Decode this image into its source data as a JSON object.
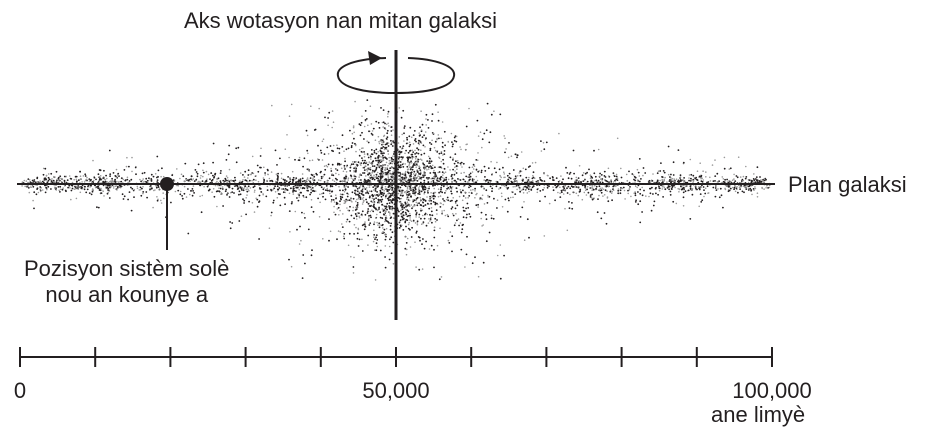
{
  "labels": {
    "rotation_axis": "Aks wotasyon nan mitan galaksi",
    "galactic_plane": "Plan galaksi",
    "sun_position_line1": "Pozisyon sistèm solè",
    "sun_position_line2": "nou an kounye a"
  },
  "scale": {
    "min": 0,
    "max": 100000,
    "tick_step": 10000,
    "labels": [
      {
        "value": 0,
        "text": "0"
      },
      {
        "value": 50000,
        "text": "50,000"
      },
      {
        "value": 100000,
        "text": "100,000"
      }
    ],
    "unit": "ane limyè"
  },
  "sun_position_value": 20000,
  "colors": {
    "ink": "#231f20",
    "star_dark": "#231f20",
    "star_light": "#9a9a9a"
  }
}
